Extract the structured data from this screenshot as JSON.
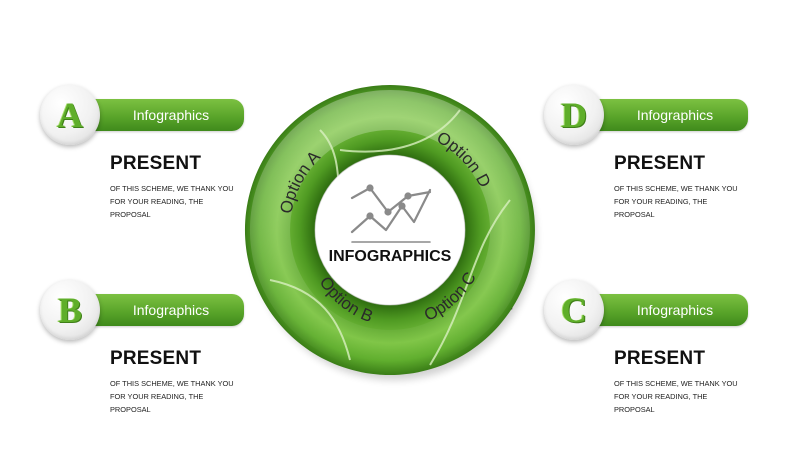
{
  "cards": {
    "a": {
      "letter": "A",
      "label": "Infographics",
      "title": "PRESENT",
      "line1": "OF THIS SCHEME, WE THANK YOU",
      "line2": "FOR YOUR READING, THE",
      "line3": "PROPOSAL"
    },
    "b": {
      "letter": "B",
      "label": "Infographics",
      "title": "PRESENT",
      "line1": "OF THIS SCHEME, WE THANK YOU",
      "line2": "FOR YOUR READING, THE",
      "line3": "PROPOSAL"
    },
    "c": {
      "letter": "C",
      "label": "Infographics",
      "title": "PRESENT",
      "line1": "OF THIS SCHEME, WE THANK YOU",
      "line2": "FOR YOUR READING, THE",
      "line3": "PROPOSAL"
    },
    "d": {
      "letter": "D",
      "label": "Infographics",
      "title": "PRESENT",
      "line1": "OF THIS SCHEME, WE THANK YOU",
      "line2": "FOR YOUR READING, THE",
      "line3": "PROPOSAL"
    }
  },
  "ring": {
    "center_title": "INFOGRAPHICS",
    "center_icon": "line-chart-icon",
    "segments": {
      "a": "Option A",
      "b": "Option B",
      "c": "Option C",
      "d": "Option D"
    }
  },
  "colors": {
    "green_light": "#8fd14f",
    "green": "#5aa52a",
    "green_dark": "#3a7d17",
    "icon_gray": "#8a8a8a"
  }
}
